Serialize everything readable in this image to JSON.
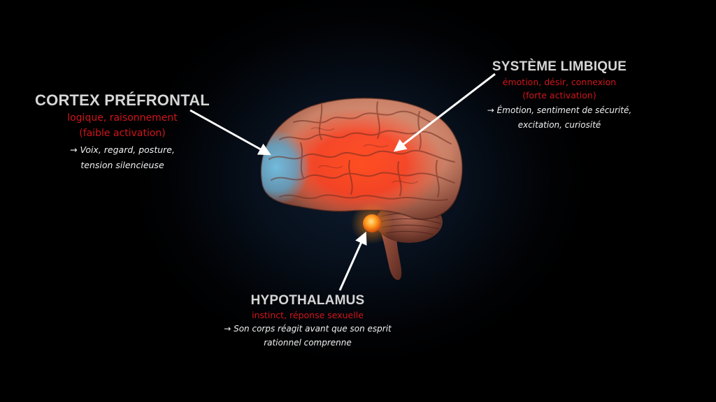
{
  "colors": {
    "title": "#d6d6d6",
    "subtitle_red": "#d0151b",
    "description": "#f2f2f2",
    "arrow": "#ffffff",
    "prefrontal_highlight": "#5fb3d9",
    "limbic_highlight": "#ff3a1a",
    "hypothalamus_glow": "#ff9a1f"
  },
  "cortex": {
    "title": "CORTEX PRÉFRONTAL",
    "subtitle_line1": "logique, raisonnement",
    "subtitle_line2": "(faible activation)",
    "desc_line1": "→ Voix, regard, posture,",
    "desc_line2": "tension silencieuse"
  },
  "limbic": {
    "title": "SYSTÈME LIMBIQUE",
    "subtitle_line1": "émotion, désir, connexion",
    "subtitle_line2": "(forte activation)",
    "desc_line1": "→ Émotion, sentiment de sécurité,",
    "desc_line2": "excitation, curiosité"
  },
  "hypothalamus": {
    "title": "HYPOTHALAMUS",
    "subtitle": "instinct, réponse sexuelle",
    "desc_line1": "→ Son corps réagit avant que son esprit",
    "desc_line2": "rationnel comprenne"
  },
  "icons": [
    "brain-illustration",
    "arrow-to-prefrontal",
    "arrow-to-limbic",
    "arrow-to-hypothalamus"
  ]
}
